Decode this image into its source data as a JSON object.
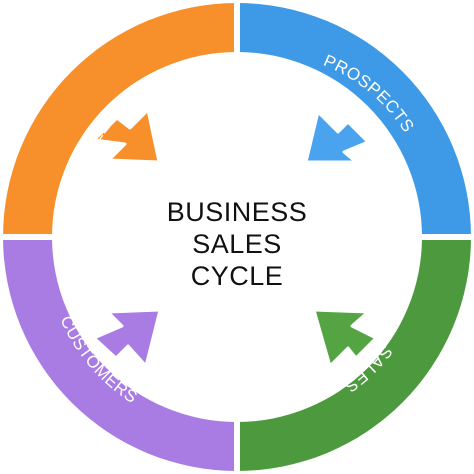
{
  "diagram": {
    "center_title_lines": [
      "BUSINESS",
      "SALES",
      "CYCLE"
    ],
    "segments": [
      {
        "id": "leads",
        "label": "LEADS",
        "color": "#f7902a",
        "arrow_color": "#f7902a"
      },
      {
        "id": "prospects",
        "label": "PROSPECTS",
        "color": "#3e9ae6",
        "arrow_color": "#4aa3ee"
      },
      {
        "id": "sales",
        "label": "SALES",
        "color": "#4c9a3d",
        "arrow_color": "#54a444"
      },
      {
        "id": "customers",
        "label": "CUSTOMERS",
        "color": "#a97ce4",
        "arrow_color": "#a97ce4"
      }
    ]
  }
}
